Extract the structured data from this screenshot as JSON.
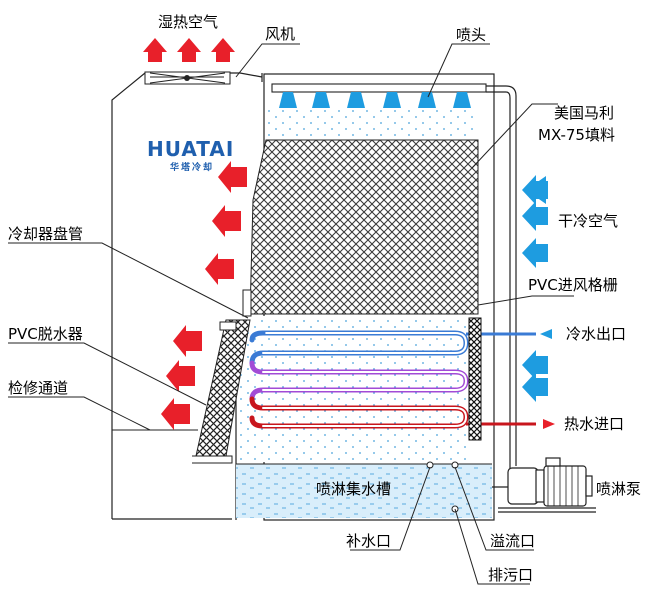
{
  "brand": {
    "name": "HUATAI",
    "subtitle": "华塔冷却"
  },
  "labels": {
    "humid_hot_air": "湿热空气",
    "fan": "风机",
    "nozzle": "喷头",
    "fill_line1": "美国马利",
    "fill_line2": "MX-75填料",
    "dry_cold_air": "干冷空气",
    "cooler_coil": "冷却器盘管",
    "pvc_air_grille": "PVC进风格栅",
    "pvc_eliminator": "PVC脱水器",
    "cold_water_out": "冷水出口",
    "maintenance_aisle": "检修通道",
    "hot_water_in": "热水进口",
    "spray_basin": "喷淋集水槽",
    "spray_pump": "喷淋泵",
    "makeup_port": "补水口",
    "overflow_port": "溢流口",
    "drain_port": "排污口"
  },
  "colors": {
    "air_arrow_red": "#e8202a",
    "air_arrow_blue": "#1e9ce0",
    "coil_blue": "#3a7bd5",
    "coil_purple": "#a24bd6",
    "coil_red": "#c8161d",
    "water": "#d7ecf9",
    "fill_hatch": "#444444",
    "brand": "#1f5fae"
  }
}
